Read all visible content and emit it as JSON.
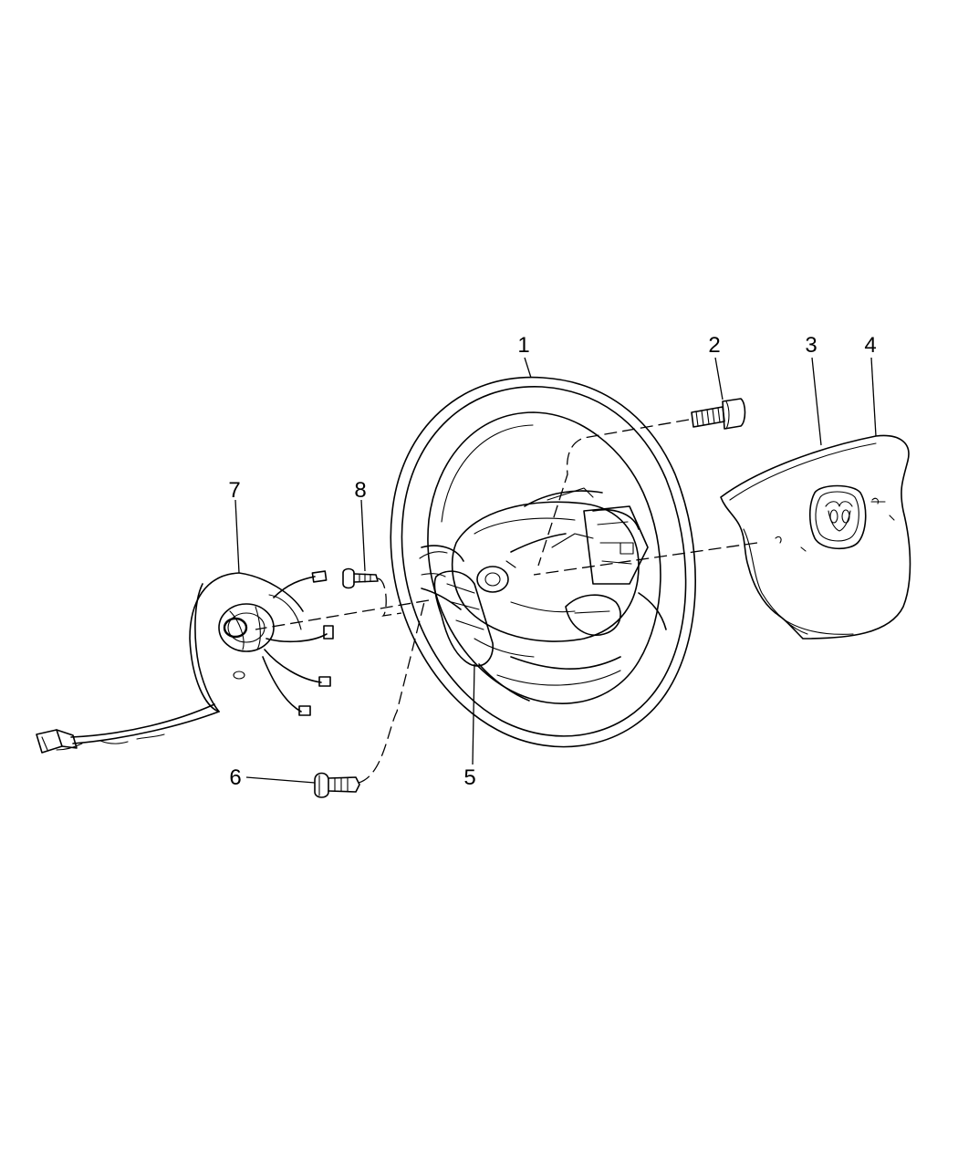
{
  "callouts": [
    {
      "id": "1",
      "label": "1",
      "part": "steering-wheel"
    },
    {
      "id": "2",
      "label": "2",
      "part": "bolt"
    },
    {
      "id": "3",
      "label": "3",
      "part": "airbag-module"
    },
    {
      "id": "4",
      "label": "4",
      "part": "horn-pad-emblem"
    },
    {
      "id": "5",
      "label": "5",
      "part": "switch-bezel"
    },
    {
      "id": "6",
      "label": "6",
      "part": "screw"
    },
    {
      "id": "7",
      "label": "7",
      "part": "clockspring"
    },
    {
      "id": "8",
      "label": "8",
      "part": "screw"
    }
  ]
}
